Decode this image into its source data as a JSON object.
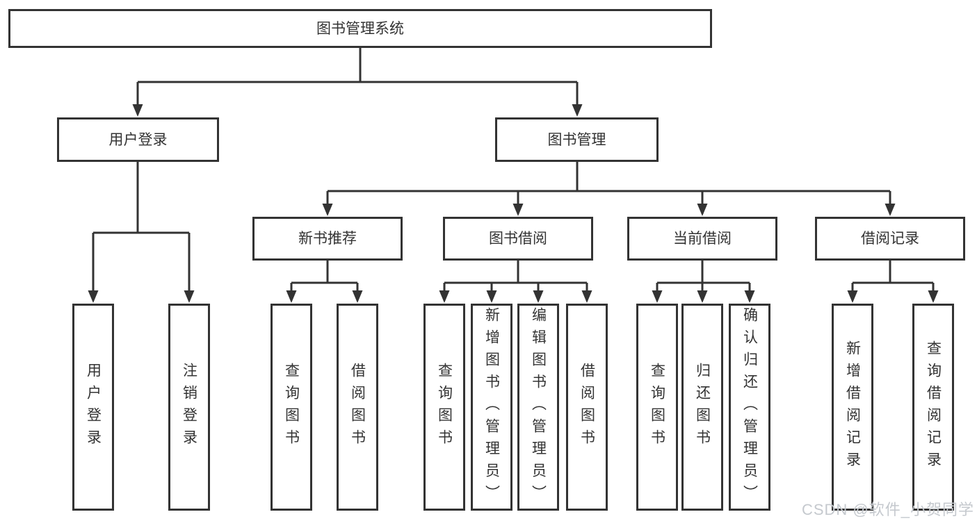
{
  "diagram": {
    "root": {
      "label": "图书管理系统"
    },
    "level2": [
      {
        "label": "用户登录"
      },
      {
        "label": "图书管理"
      }
    ],
    "level3": [
      {
        "label": "新书推荐"
      },
      {
        "label": "图书借阅"
      },
      {
        "label": "当前借阅"
      },
      {
        "label": "借阅记录"
      }
    ],
    "leaves": [
      {
        "label": "用户登录"
      },
      {
        "label": "注销登录"
      },
      {
        "label": "查询图书"
      },
      {
        "label": "借阅图书"
      },
      {
        "label": "查询图书"
      },
      {
        "label": "新增图书（管理员）"
      },
      {
        "label": "编辑图书（管理员）"
      },
      {
        "label": "借阅图书"
      },
      {
        "label": "查询图书"
      },
      {
        "label": "归还图书"
      },
      {
        "label": "确认归还（管理员）"
      },
      {
        "label": "新增借阅记录"
      },
      {
        "label": "查询借阅记录"
      }
    ]
  },
  "watermark": {
    "text": "CSDN @软件_小贺同学"
  },
  "colors": {
    "line": "#333333",
    "border": "#333333",
    "text": "#333333",
    "watermark": "#c5c9ce",
    "background": "#ffffff"
  }
}
